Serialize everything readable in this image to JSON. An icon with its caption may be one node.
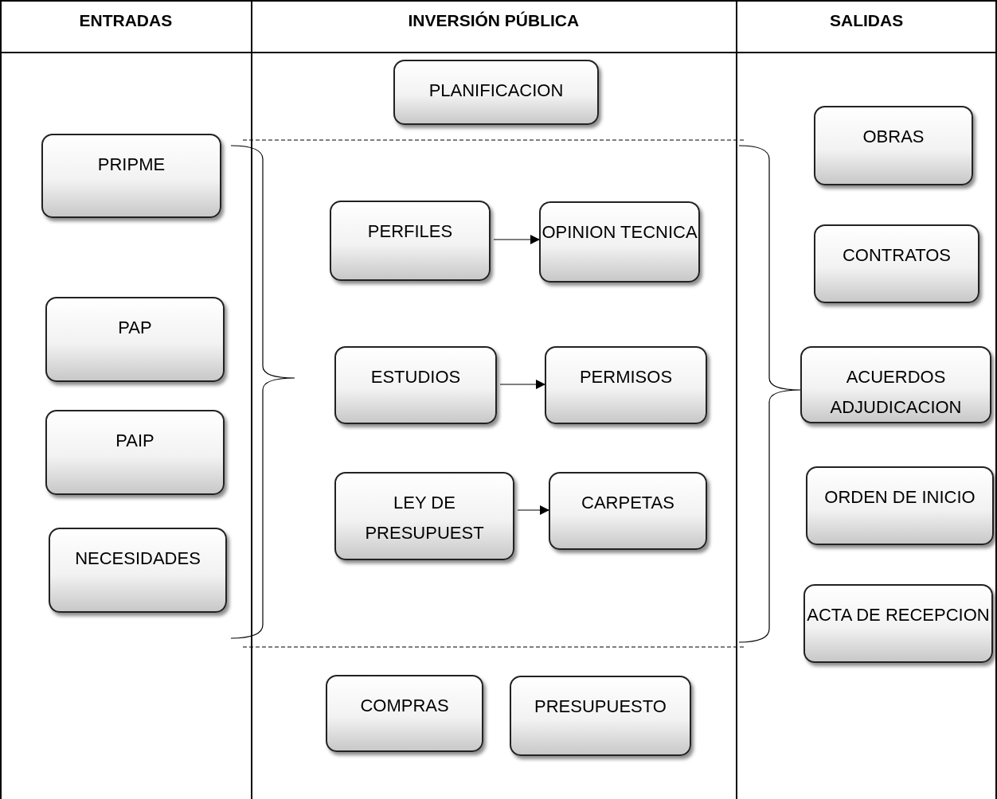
{
  "diagram": {
    "nodes": [
      {
        "text": [
          "PRIPME"
        ]
      },
      {
        "text": [
          "PAP"
        ]
      },
      {
        "text": [
          "PAIP"
        ]
      },
      {
        "text": [
          "NECESIDADES"
        ]
      },
      {
        "text": [
          "PLANIFICACION"
        ]
      },
      {
        "text": [
          "PERFILES"
        ]
      },
      {
        "text": [
          "OPINION TECNICA"
        ]
      },
      {
        "text": [
          "ESTUDIOS"
        ]
      },
      {
        "text": [
          "PERMISOS"
        ]
      },
      {
        "text": [
          "LEY DE PRESUPUEST"
        ]
      },
      {
        "text": [
          "CARPETAS"
        ]
      },
      {
        "text": [
          "COMPRAS"
        ]
      },
      {
        "text": [
          "PRESUPUESTO"
        ]
      },
      {
        "text": [
          "OBRAS"
        ]
      },
      {
        "text": [
          "CONTRATOS"
        ]
      },
      {
        "text": [
          "ACUERDOS ADJUDICACION"
        ]
      },
      {
        "text": [
          "ORDEN DE INICIO"
        ]
      },
      {
        "text": [
          "ACTA DE RECEPCION"
        ]
      }
    ],
    "edges": [
      {
        "from": 5,
        "to": 6,
        "arrow": "to"
      },
      {
        "from": 7,
        "to": 8,
        "arrow": "to"
      },
      {
        "from": 9,
        "to": 10,
        "arrow": "to"
      }
    ],
    "labels": [
      "ENTRADAS",
      "INVERSIÓN PÚBLICA",
      "SALIDAS"
    ]
  }
}
